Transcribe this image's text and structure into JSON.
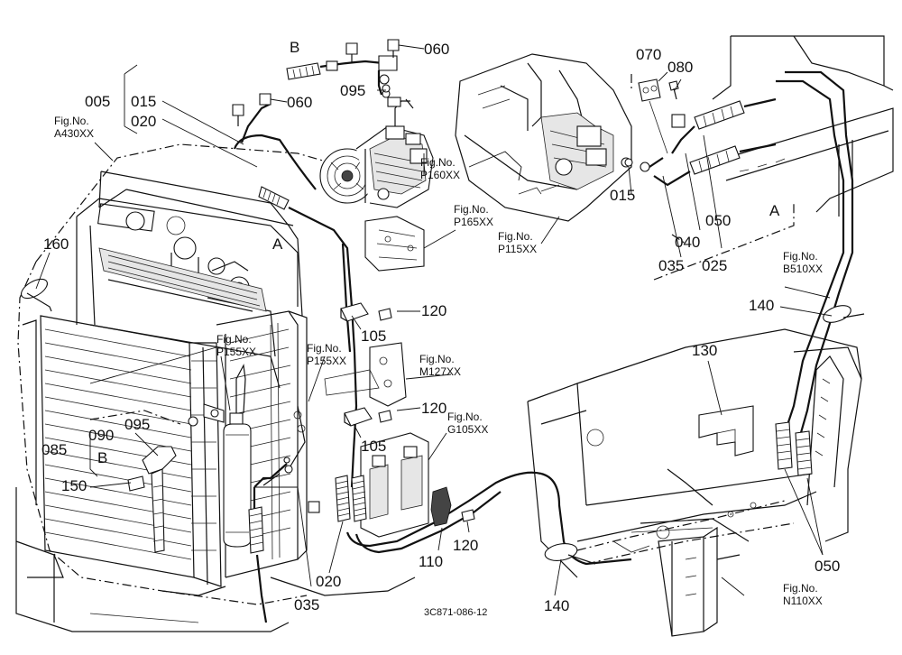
{
  "diagram": {
    "drawing_code": "3C871-086-12",
    "section_labels": {
      "b": "B",
      "a": "A"
    },
    "fig_refs": [
      {
        "id": "a430",
        "line1": "Fig.No.",
        "line2": "A430XX"
      },
      {
        "id": "p160",
        "line1": "Fig.No.",
        "line2": "P160XX"
      },
      {
        "id": "p165",
        "line1": "Fig.No.",
        "line2": "P165XX"
      },
      {
        "id": "p115",
        "line1": "Fig.No.",
        "line2": "P115XX"
      },
      {
        "id": "b510",
        "line1": "Fig.No.",
        "line2": "B510XX"
      },
      {
        "id": "p155a",
        "line1": "Fig.No.",
        "line2": "P155XX"
      },
      {
        "id": "p155b",
        "line1": "Fig.No.",
        "line2": "P155XX"
      },
      {
        "id": "m127",
        "line1": "Fig.No.",
        "line2": "M127XX"
      },
      {
        "id": "g105",
        "line1": "Fig.No.",
        "line2": "G105XX"
      },
      {
        "id": "n110",
        "line1": "Fig.No.",
        "line2": "N110XX"
      }
    ],
    "callouts": [
      {
        "id": "c060a",
        "text": "060"
      },
      {
        "id": "c060b",
        "text": "060"
      },
      {
        "id": "c095a",
        "text": "095"
      },
      {
        "id": "c005",
        "text": "005"
      },
      {
        "id": "c015a",
        "text": "015"
      },
      {
        "id": "c020a",
        "text": "020"
      },
      {
        "id": "c070",
        "text": "070"
      },
      {
        "id": "c080",
        "text": "080"
      },
      {
        "id": "c015b",
        "text": "015"
      },
      {
        "id": "c050a",
        "text": "050"
      },
      {
        "id": "c040",
        "text": "040"
      },
      {
        "id": "c035a",
        "text": "035"
      },
      {
        "id": "c025",
        "text": "025"
      },
      {
        "id": "c160",
        "text": "160"
      },
      {
        "id": "c140a",
        "text": "140"
      },
      {
        "id": "c120a",
        "text": "120"
      },
      {
        "id": "c105a",
        "text": "105"
      },
      {
        "id": "c130",
        "text": "130"
      },
      {
        "id": "c120b",
        "text": "120"
      },
      {
        "id": "c105b",
        "text": "105"
      },
      {
        "id": "c095b",
        "text": "095"
      },
      {
        "id": "c090",
        "text": "090"
      },
      {
        "id": "c085",
        "text": "085"
      },
      {
        "id": "c150",
        "text": "150"
      },
      {
        "id": "c120c",
        "text": "120"
      },
      {
        "id": "c110",
        "text": "110"
      },
      {
        "id": "c020b",
        "text": "020"
      },
      {
        "id": "c035b",
        "text": "035"
      },
      {
        "id": "c140b",
        "text": "140"
      },
      {
        "id": "c050b",
        "text": "050"
      }
    ]
  }
}
